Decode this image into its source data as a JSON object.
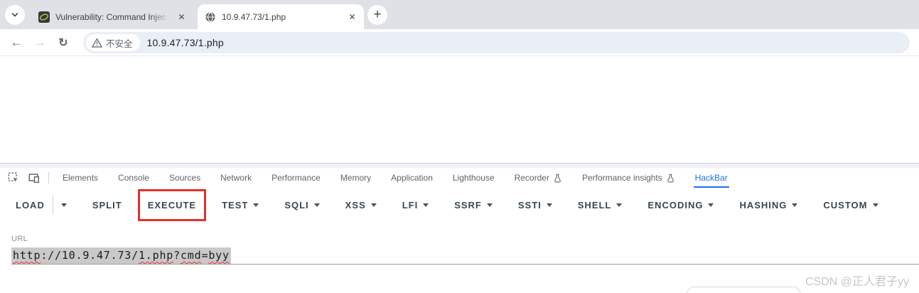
{
  "browser": {
    "tab_search_icon": "chevron-down",
    "tabs": [
      {
        "title": "Vulnerability: Command Injec",
        "favicon": "dvwa-icon",
        "active": false,
        "close_label": "✕"
      },
      {
        "title": "10.9.47.73/1.php",
        "favicon": "globe-icon",
        "active": true,
        "close_label": "✕"
      }
    ],
    "new_tab_label": "+",
    "nav": {
      "back": "←",
      "forward": "→",
      "reload": "↻"
    },
    "address_bar": {
      "security_chip_label": "不安全",
      "url": "10.9.47.73/1.php"
    }
  },
  "devtools": {
    "left_icons": [
      "inspect-icon",
      "device-toolbar-icon"
    ],
    "tabs": [
      {
        "label": "Elements"
      },
      {
        "label": "Console"
      },
      {
        "label": "Sources"
      },
      {
        "label": "Network"
      },
      {
        "label": "Performance"
      },
      {
        "label": "Memory"
      },
      {
        "label": "Application"
      },
      {
        "label": "Lighthouse"
      },
      {
        "label": "Recorder",
        "flask": true
      },
      {
        "label": "Performance insights",
        "flask": true
      },
      {
        "label": "HackBar",
        "active": true
      }
    ]
  },
  "hackbar": {
    "toolbar": [
      {
        "label": "LOAD",
        "split_caret": true
      },
      {
        "label": "SPLIT"
      },
      {
        "label": "EXECUTE",
        "annotated": true
      },
      {
        "label": "TEST",
        "caret": true
      },
      {
        "label": "SQLI",
        "caret": true
      },
      {
        "label": "XSS",
        "caret": true
      },
      {
        "label": "LFI",
        "caret": true
      },
      {
        "label": "SSRF",
        "caret": true
      },
      {
        "label": "SSTI",
        "caret": true
      },
      {
        "label": "SHELL",
        "caret": true
      },
      {
        "label": "ENCODING",
        "caret": true
      },
      {
        "label": "HASHING",
        "caret": true
      },
      {
        "label": "CUSTOM",
        "caret": true
      }
    ],
    "url_field": {
      "label": "URL",
      "value": "http://10.9.47.73/1.php?cmd=byy",
      "segments": [
        {
          "text": "http",
          "misspelled": true
        },
        {
          "text": "://10.9.47.73/",
          "misspelled": false
        },
        {
          "text": "1.php",
          "misspelled": true
        },
        {
          "text": "?",
          "misspelled": false
        },
        {
          "text": "cmd",
          "misspelled": true
        },
        {
          "text": "=",
          "misspelled": false
        },
        {
          "text": "byy",
          "misspelled": true
        }
      ]
    }
  },
  "watermark": "CSDN @正人君子yy",
  "colors": {
    "accent": "#1a73e8",
    "annotation_red": "#e3312b",
    "selection_gray": "#c9c9c9",
    "tab_strip": "#dee1e6",
    "omnibox": "#eaeef6"
  }
}
